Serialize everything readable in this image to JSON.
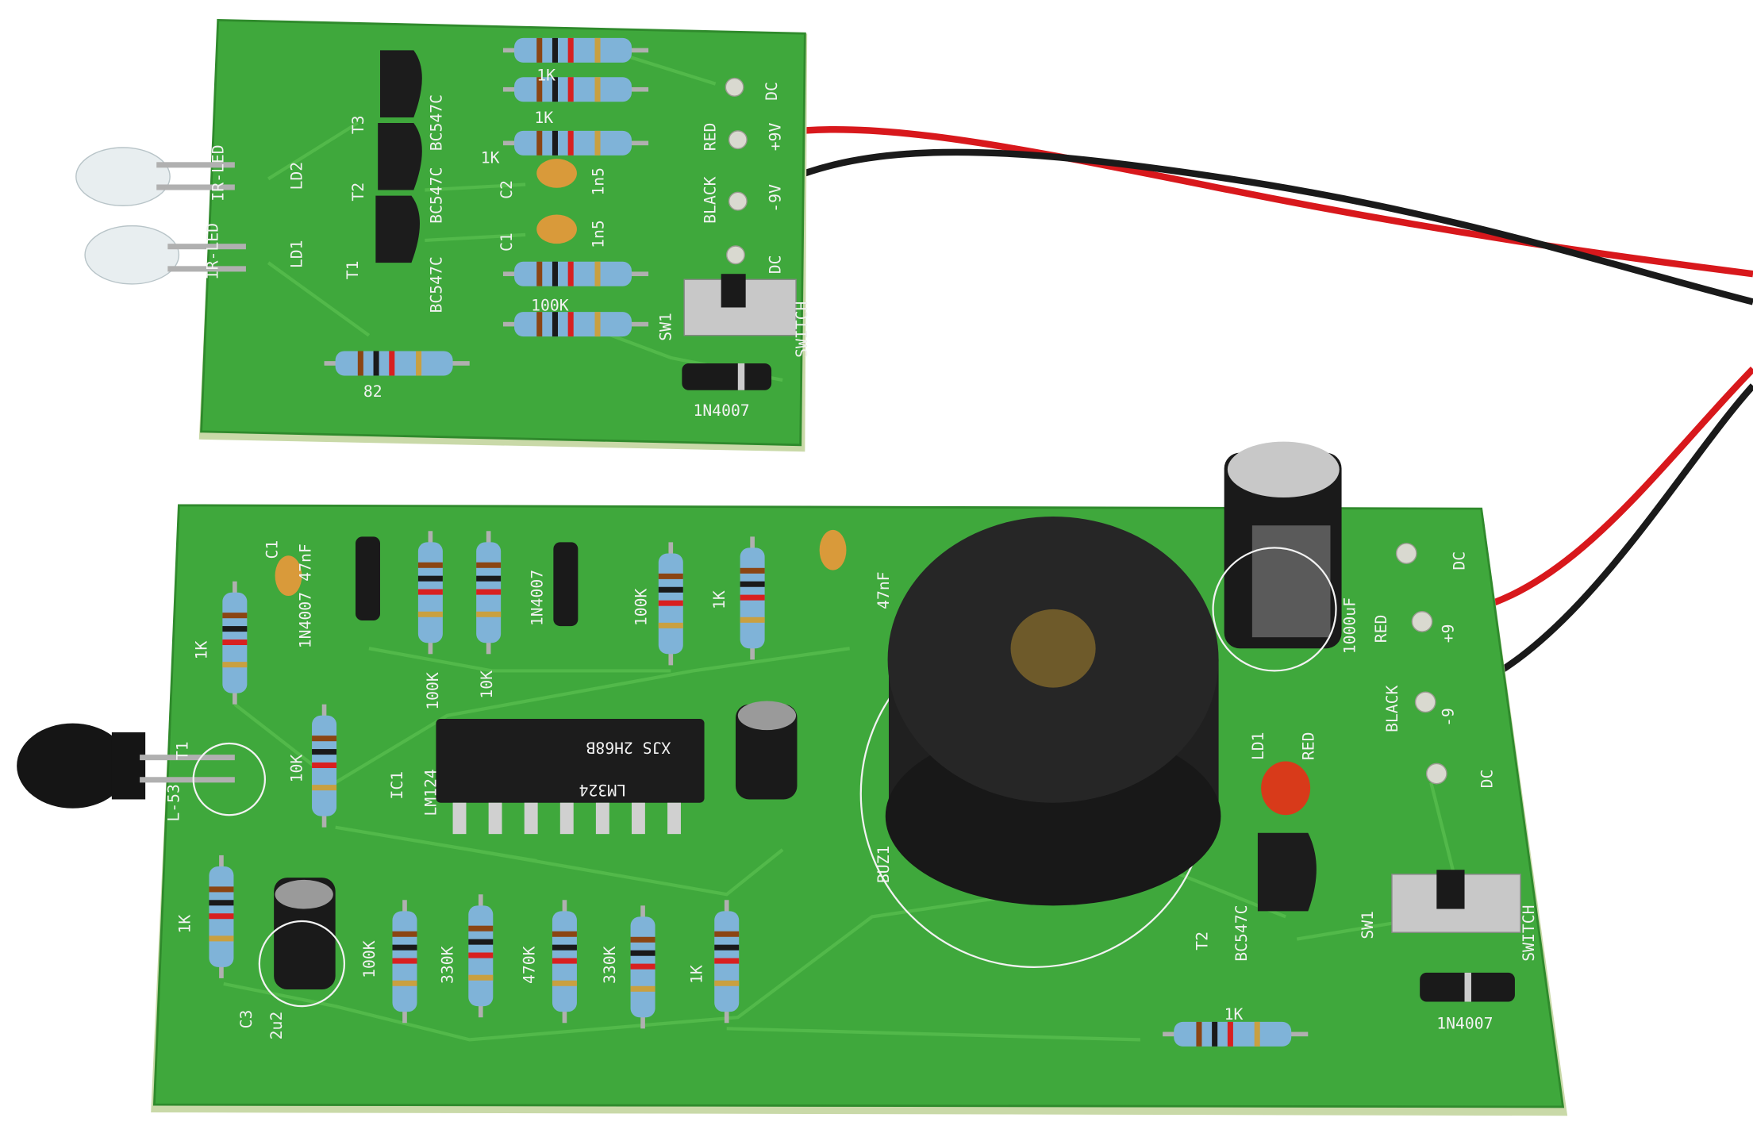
{
  "scene": {
    "description_colors": {
      "pcb": "#3fa83c",
      "silkscreen": "#f2f2f2",
      "wire_red": "#d8181c",
      "wire_black": "#1a1a1a",
      "resistor": "#7fb3d8",
      "buzzer": "#1c1c1c"
    }
  },
  "top_board": {
    "labels": [
      "1K",
      "1K",
      "1K",
      "100K",
      "82",
      "C2",
      "1n5",
      "C1",
      "1n5",
      "T3",
      "T2",
      "T1",
      "BC547C",
      "BC547C",
      "BC547C",
      "LD2",
      "LD1",
      "IR-LED",
      "IR-LED",
      "DC",
      "RED",
      "+9V",
      "BLACK",
      "-9V",
      "DC",
      "SW1",
      "SWITCH",
      "1N4007"
    ]
  },
  "bottom_board": {
    "labels": [
      "C1",
      "47nF",
      "1N4007",
      "1N4007",
      "1K",
      "100K",
      "10K",
      "100K",
      "1K",
      "47nF",
      "1000uF",
      "DC",
      "RED",
      "+9",
      "BLACK",
      "-9",
      "DC",
      "LD1",
      "RED",
      "T1",
      "L-53",
      "10K",
      "IC1",
      "LM124",
      "LM324",
      "XJS 2H68B",
      "1K",
      "C3",
      "2u2",
      "100K",
      "330K",
      "470K",
      "330K",
      "1K",
      "BUZ1",
      "T2",
      "BC547C",
      "SW1",
      "SWITCH",
      "1N4007",
      "1K"
    ]
  }
}
